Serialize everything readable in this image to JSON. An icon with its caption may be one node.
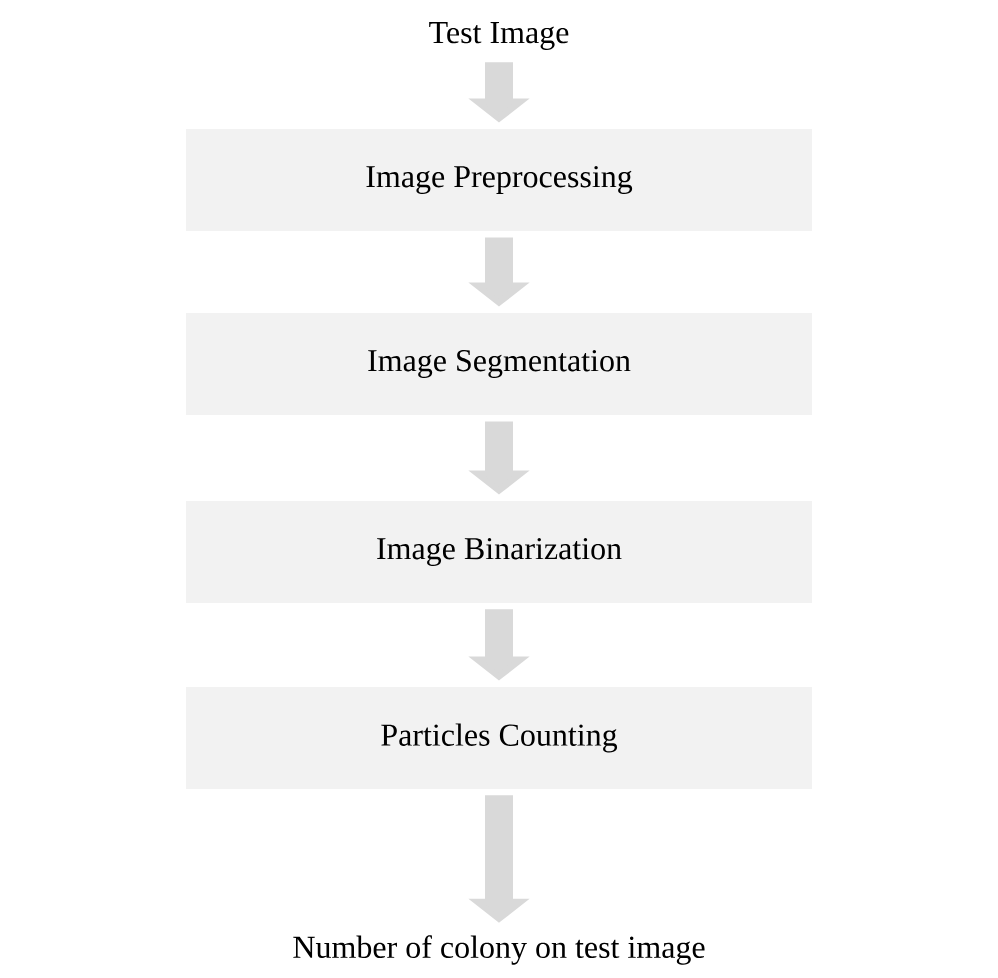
{
  "diagram": {
    "nodes": [
      {
        "text": [
          "Test Image"
        ]
      },
      {
        "text": [
          "Image Preprocessing"
        ]
      },
      {
        "text": [
          "Image Segmentation"
        ]
      },
      {
        "text": [
          "Image Binarization"
        ]
      },
      {
        "text": [
          "Particles Counting"
        ]
      },
      {
        "text": [
          "Number of colony on test image"
        ]
      }
    ],
    "edges": [
      {
        "from": 0,
        "to": 1,
        "arrow": "to"
      },
      {
        "from": 1,
        "to": 2,
        "arrow": "to"
      },
      {
        "from": 2,
        "to": 3,
        "arrow": "to"
      },
      {
        "from": 3,
        "to": 4,
        "arrow": "to"
      },
      {
        "from": 4,
        "to": 5,
        "arrow": "to"
      }
    ]
  }
}
